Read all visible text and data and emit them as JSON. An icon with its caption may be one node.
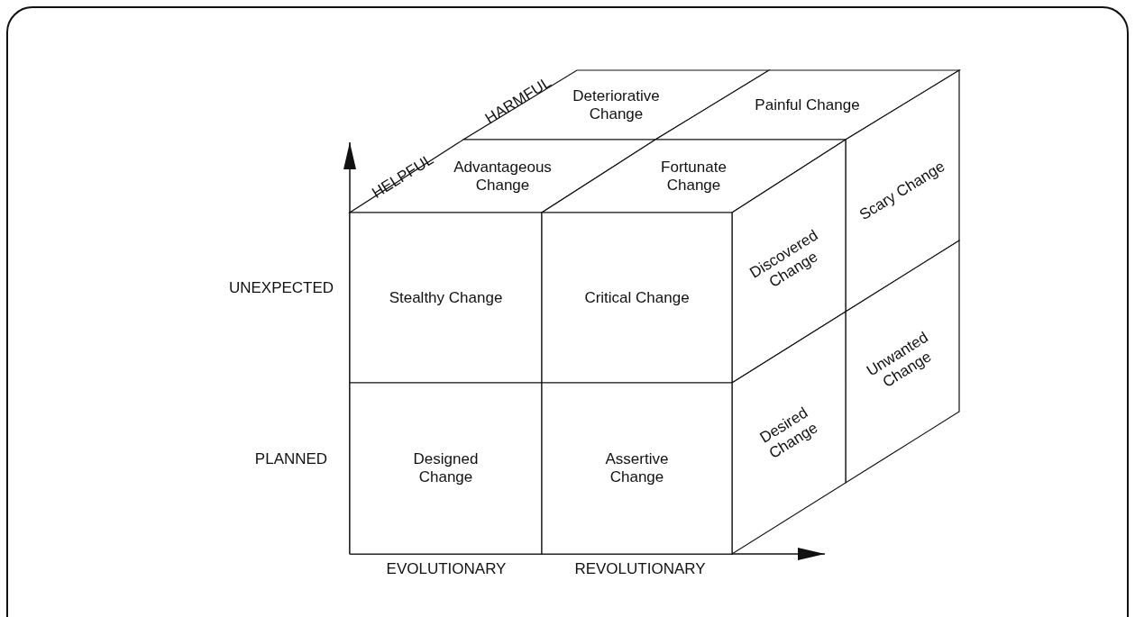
{
  "diagram": {
    "nodes": [
      {
        "text": [
          "Deteriorative Change"
        ]
      },
      {
        "text": [
          "Painful Change"
        ]
      },
      {
        "text": [
          "Advantageous Change"
        ]
      },
      {
        "text": [
          "Fortunate Change"
        ]
      },
      {
        "text": [
          "Scary Change"
        ]
      },
      {
        "text": [
          "Discovered Change"
        ]
      },
      {
        "text": [
          "Stealthy Change"
        ]
      },
      {
        "text": [
          "Critical Change"
        ]
      },
      {
        "text": [
          "Unwanted Change"
        ]
      },
      {
        "text": [
          "Desired Change"
        ]
      },
      {
        "text": [
          "Designed Change"
        ]
      },
      {
        "text": [
          "Assertive Change"
        ]
      }
    ],
    "labels": [
      "HARMFUL",
      "HELPFUL",
      "UNEXPECTED",
      "PLANNED",
      "EVOLUTIONARY",
      "REVOLUTIONARY"
    ]
  }
}
